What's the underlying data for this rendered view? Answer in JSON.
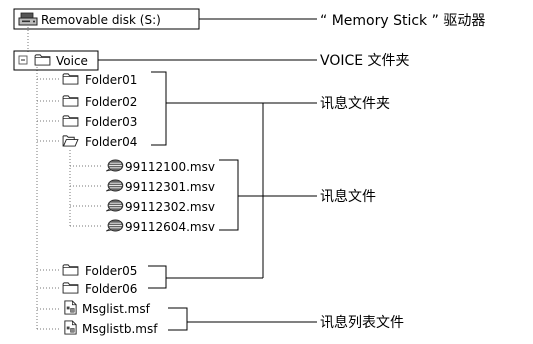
{
  "tree": {
    "drive": {
      "label": "Removable disk (S:)",
      "icon": "drive-icon"
    },
    "root": {
      "label": "Voice",
      "expander": "⊟",
      "icon": "folder-icon"
    },
    "folders_top": [
      {
        "label": "Folder01",
        "icon": "folder-icon"
      },
      {
        "label": "Folder02",
        "icon": "folder-icon"
      },
      {
        "label": "Folder03",
        "icon": "folder-icon"
      },
      {
        "label": "Folder04",
        "icon": "folder-open-icon"
      }
    ],
    "files": [
      {
        "label": "99112100.msv",
        "icon": "voice-file-icon"
      },
      {
        "label": "99112301.msv",
        "icon": "voice-file-icon"
      },
      {
        "label": "99112302.msv",
        "icon": "voice-file-icon"
      },
      {
        "label": "99112604.msv",
        "icon": "voice-file-icon"
      }
    ],
    "folders_bottom": [
      {
        "label": "Folder05",
        "icon": "folder-icon"
      },
      {
        "label": "Folder06",
        "icon": "folder-icon"
      }
    ],
    "lists": [
      {
        "label": "Msglist.msf",
        "icon": "list-file-icon"
      },
      {
        "label": "Msglistb.msf",
        "icon": "list-file-icon"
      }
    ]
  },
  "annotations": {
    "drive": "“ Memory Stick ” 驱动器",
    "voice_folder": "VOICE 文件夹",
    "message_folders": "讯息文件夹",
    "message_files": "讯息文件",
    "message_lists": "讯息列表文件"
  }
}
